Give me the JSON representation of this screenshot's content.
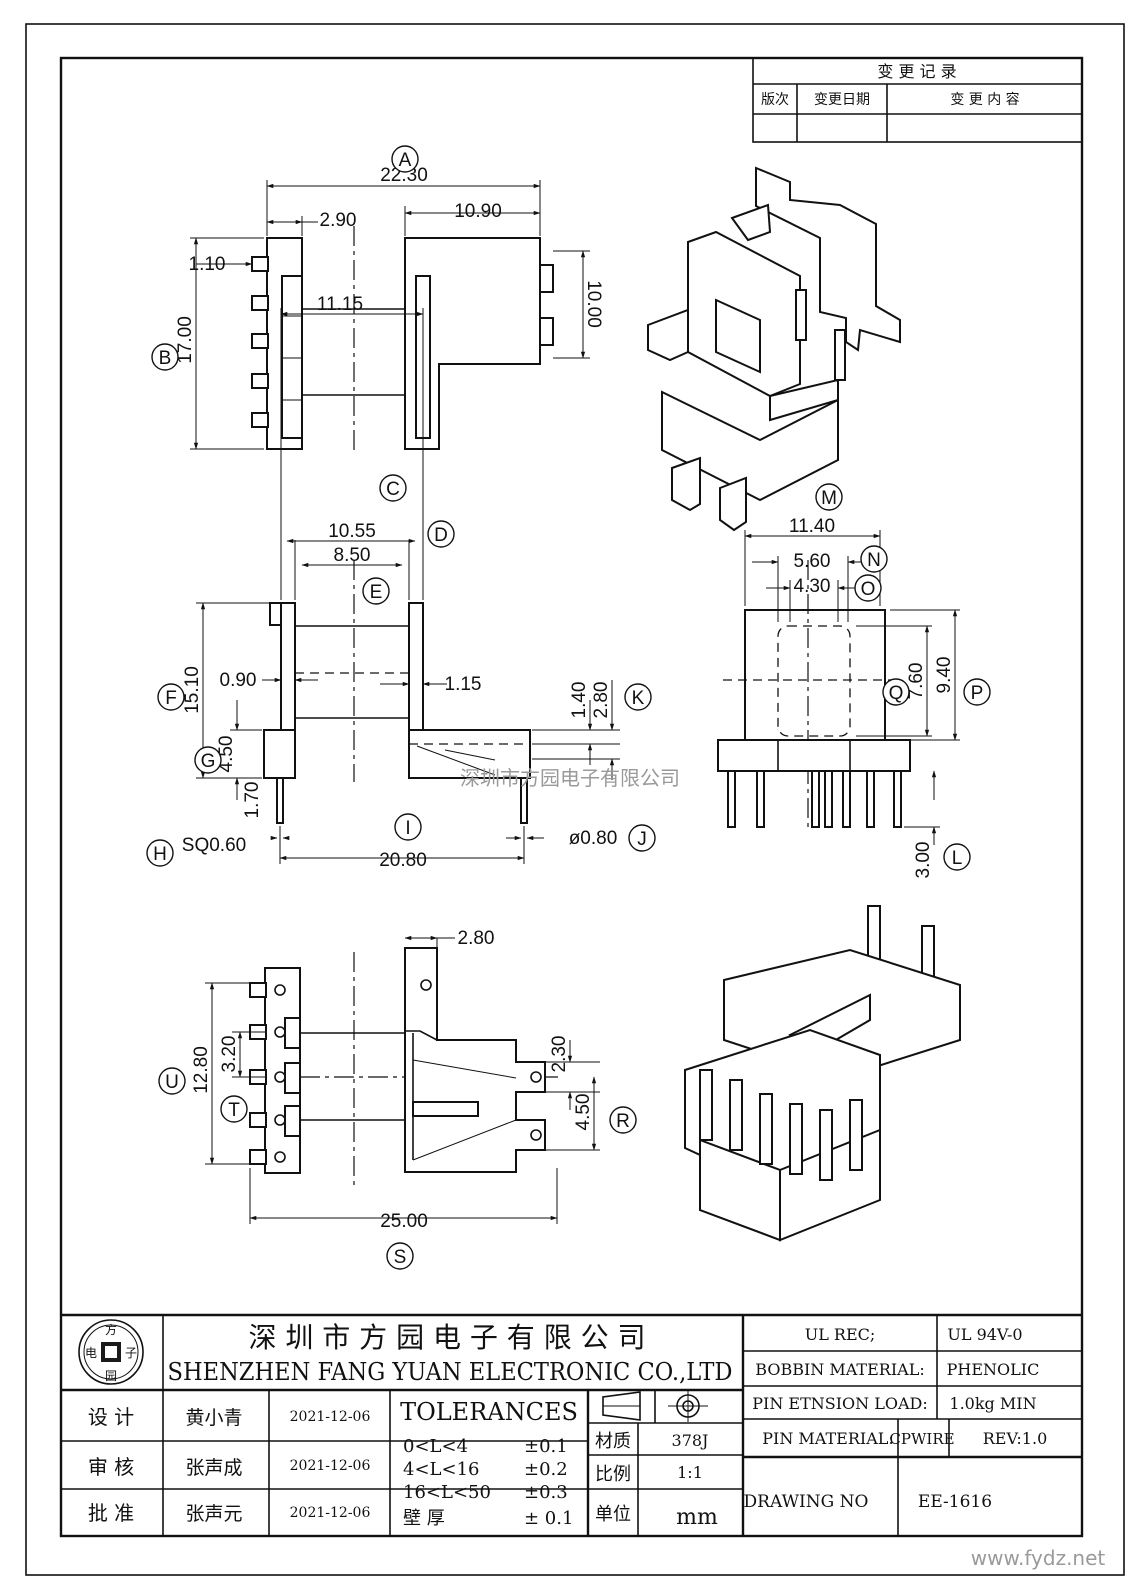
{
  "revision_table": {
    "title": "变 更 记 录",
    "col_version": "版次",
    "col_date": "变更日期",
    "col_content": "变 更 内 容"
  },
  "dimensions": {
    "a": "22.30",
    "a2": "2.90",
    "a3": "10.90",
    "a4": "1.10",
    "a5": "17.00",
    "a6": "10.00",
    "c1": "11.15",
    "c2": "10.55",
    "c3": "8.50",
    "f": "15.10",
    "f2": "0.90",
    "f3": "1.15",
    "k1": "1.40",
    "k2": "2.80",
    "g": "4.50",
    "h": "SQ0.60",
    "h2": "1.70",
    "i": "20.80",
    "j": "ø0.80",
    "m1": "11.40",
    "m2": "5.60",
    "m3": "4.30",
    "q": "7.60",
    "p": "9.40",
    "l": "3.00",
    "s1": "2.80",
    "u": "12.80",
    "t": "3.20",
    "r1": "2.30",
    "r2": "4.50",
    "s": "25.00"
  },
  "callouts": [
    "A",
    "B",
    "C",
    "D",
    "E",
    "F",
    "G",
    "H",
    "I",
    "J",
    "K",
    "L",
    "M",
    "N",
    "O",
    "P",
    "Q",
    "R",
    "S",
    "T",
    "U"
  ],
  "watermark_center": "深圳市方园电子有限公司",
  "watermark_corner": "www.fydz.net",
  "title_block": {
    "logo_chars": [
      "方",
      "电",
      "子",
      "园"
    ],
    "company_cn": "深 圳 市 方 园 电 子 有 限 公 司",
    "company_en": "SHENZHEN FANG YUAN ELECTRONIC CO.,LTD",
    "rows": [
      {
        "label": "设  计",
        "name": "黄小青",
        "date": "2021-12-06"
      },
      {
        "label": "审  核",
        "name": "张声成",
        "date": "2021-12-06"
      },
      {
        "label": "批  准",
        "name": "张声元",
        "date": "2021-12-06"
      }
    ],
    "tolerances_title": "TOLERANCES",
    "tolerances": [
      {
        "range": "0<L<4",
        "value": "±0.1"
      },
      {
        "range": "4<L<16",
        "value": "±0.2"
      },
      {
        "range": "16<L<50",
        "value": "±0.3"
      },
      {
        "range": "壁  厚",
        "value": "± 0.1"
      }
    ],
    "material_label": "材质",
    "material_value": "378J",
    "scale_label": "比例",
    "scale_value": "1:1",
    "unit_label": "单位",
    "unit_value": "mm",
    "ul_rec_label": "UL REC;",
    "ul_rec_value": "UL  94V-0",
    "bobbin_label": "BOBBIN MATERIAL:",
    "bobbin_value": "PHENOLIC",
    "pin_load_label": "PIN ETNSION LOAD:",
    "pin_load_value": "1.0kg MIN",
    "pin_mat_label": "PIN MATERIAL:",
    "pin_mat_value": "CPWIRE",
    "rev": "REV:1.0",
    "drawing_no_label": "DRAWING NO",
    "drawing_no_value": "EE-1616"
  }
}
